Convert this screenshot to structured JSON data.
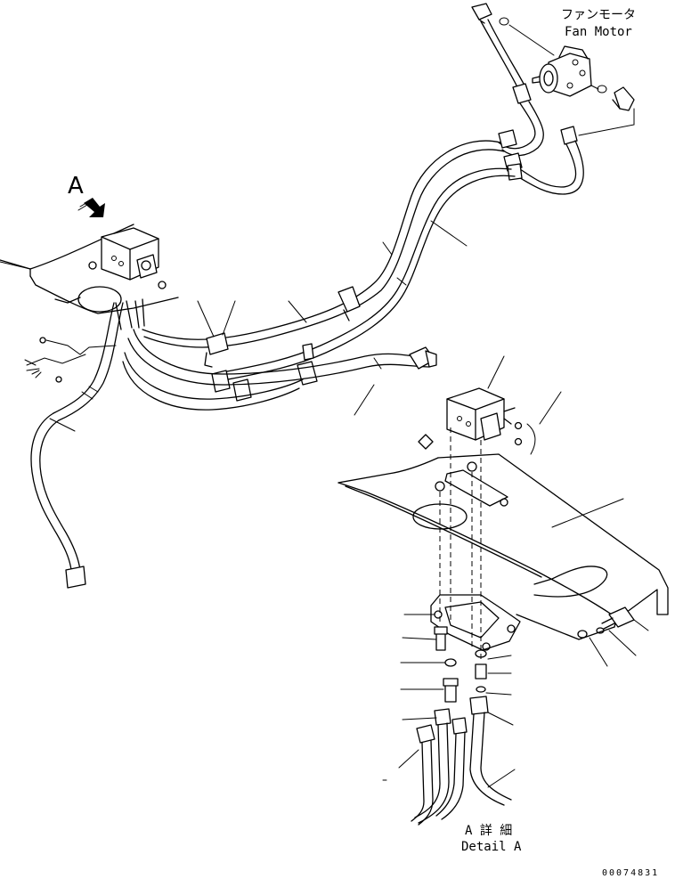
{
  "labels": {
    "fan_motor_jp": "ファンモータ",
    "fan_motor_en": "Fan Motor",
    "view_marker": "A",
    "detail_jp": "A 詳 細",
    "detail_en": "Detail A",
    "drawing_number": "00074831"
  },
  "colors": {
    "line": "#000000",
    "background": "#ffffff"
  },
  "icons": {
    "view_arrow": "arrow-down-right-icon"
  }
}
